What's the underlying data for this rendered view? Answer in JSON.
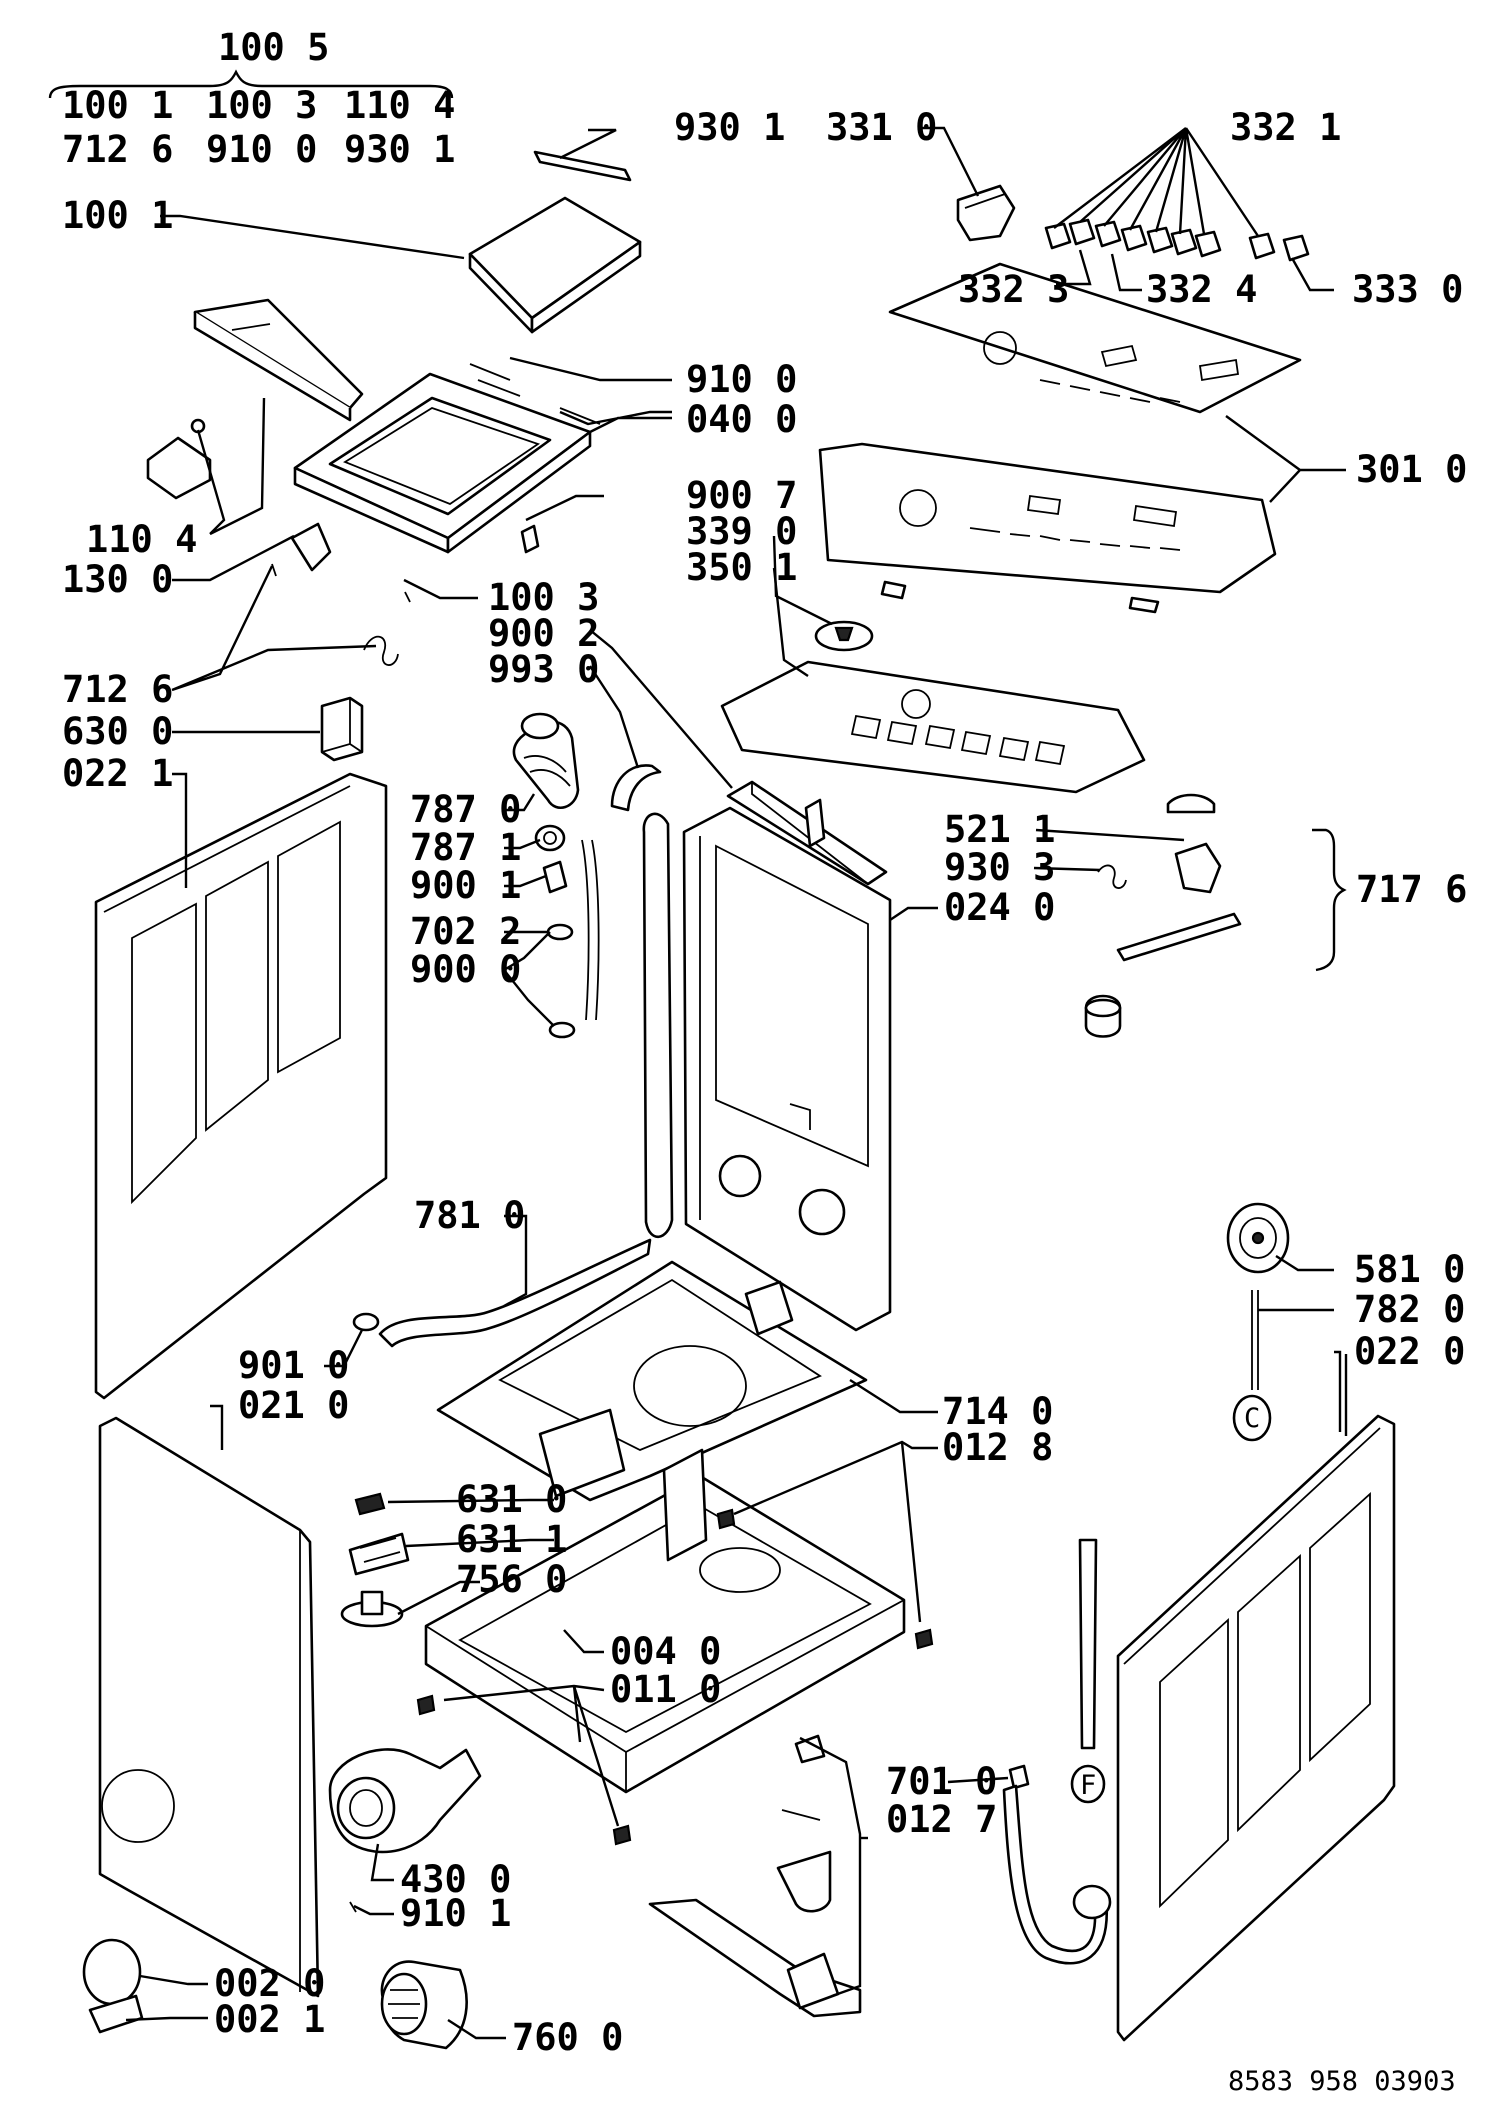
{
  "labels": {
    "l1005": "100 5",
    "l1001a": "100 1",
    "l1003a": "100 3",
    "l1104a": "110 4",
    "l7126a": "712 6",
    "l9100a": "910 0",
    "l9301a": "930 1",
    "l9301b": "930 1",
    "l3310": "331 0",
    "l3321": "332 1",
    "l1001b": "100 1",
    "l3323": "332 3",
    "l3324": "332 4",
    "l3330": "333 0",
    "l9100b": "910 0",
    "l0400": "040 0",
    "l3010": "301 0",
    "l1104b": "110 4",
    "l1300": "130 0",
    "l9007": "900 7",
    "l3390": "339 0",
    "l3501": "350 1",
    "l1003b": "100 3",
    "l9002": "900 2",
    "l9930": "993 0",
    "l7126b": "712 6",
    "l6300": "630 0",
    "l0221": "022 1",
    "l7870": "787 0",
    "l7871": "787 1",
    "l9001": "900 1",
    "l7022": "702 2",
    "l9000": "900 0",
    "l5211": "521 1",
    "l9303": "930 3",
    "l0240": "024 0",
    "l7176": "717 6",
    "l7810": "781 0",
    "l5810": "581 0",
    "l7820": "782 0",
    "l0220": "022 0",
    "l9010": "901 0",
    "l0210": "021 0",
    "l7140": "714 0",
    "l0128": "012 8",
    "l6310": "631 0",
    "l6311": "631 1",
    "l7560": "756 0",
    "l0040": "004 0",
    "l0110": "011 0",
    "l7010": "701 0",
    "l0127": "012 7",
    "l4300": "430 0",
    "l9101": "910 1",
    "l0020": "002 0",
    "l0021": "002 1",
    "l7600": "760 0",
    "docnum": "8583 958 03903"
  }
}
